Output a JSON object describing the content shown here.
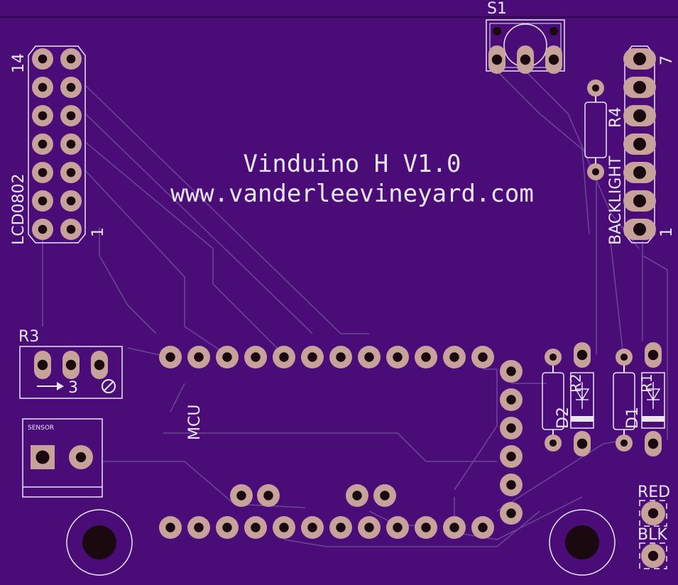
{
  "colors": {
    "board": "#4a0d78",
    "trace": "#6b4395",
    "silkscreen": "#e9e6f2",
    "pad": "#c6a29a",
    "hole": "#1a0a10"
  },
  "board": {
    "title": "Vinduino H V1.0",
    "url": "www.vanderleevineyard.com"
  },
  "labels": {
    "s1": "S1",
    "lcd": "LCD0802",
    "lcd_pin_top": "14",
    "lcd_pin_bottom": "1",
    "backlight": "BACKLIGHT",
    "r4": "R4",
    "backlight_pin_top": "7",
    "backlight_pin_bottom": "1",
    "r3": "R3",
    "r3_mark": "3",
    "sensor": "SENSOR",
    "mcu": "MCU",
    "d2": "D2",
    "r2": "R2",
    "d1": "D1",
    "r1": "R1",
    "red": "RED",
    "blk": "BLK"
  }
}
